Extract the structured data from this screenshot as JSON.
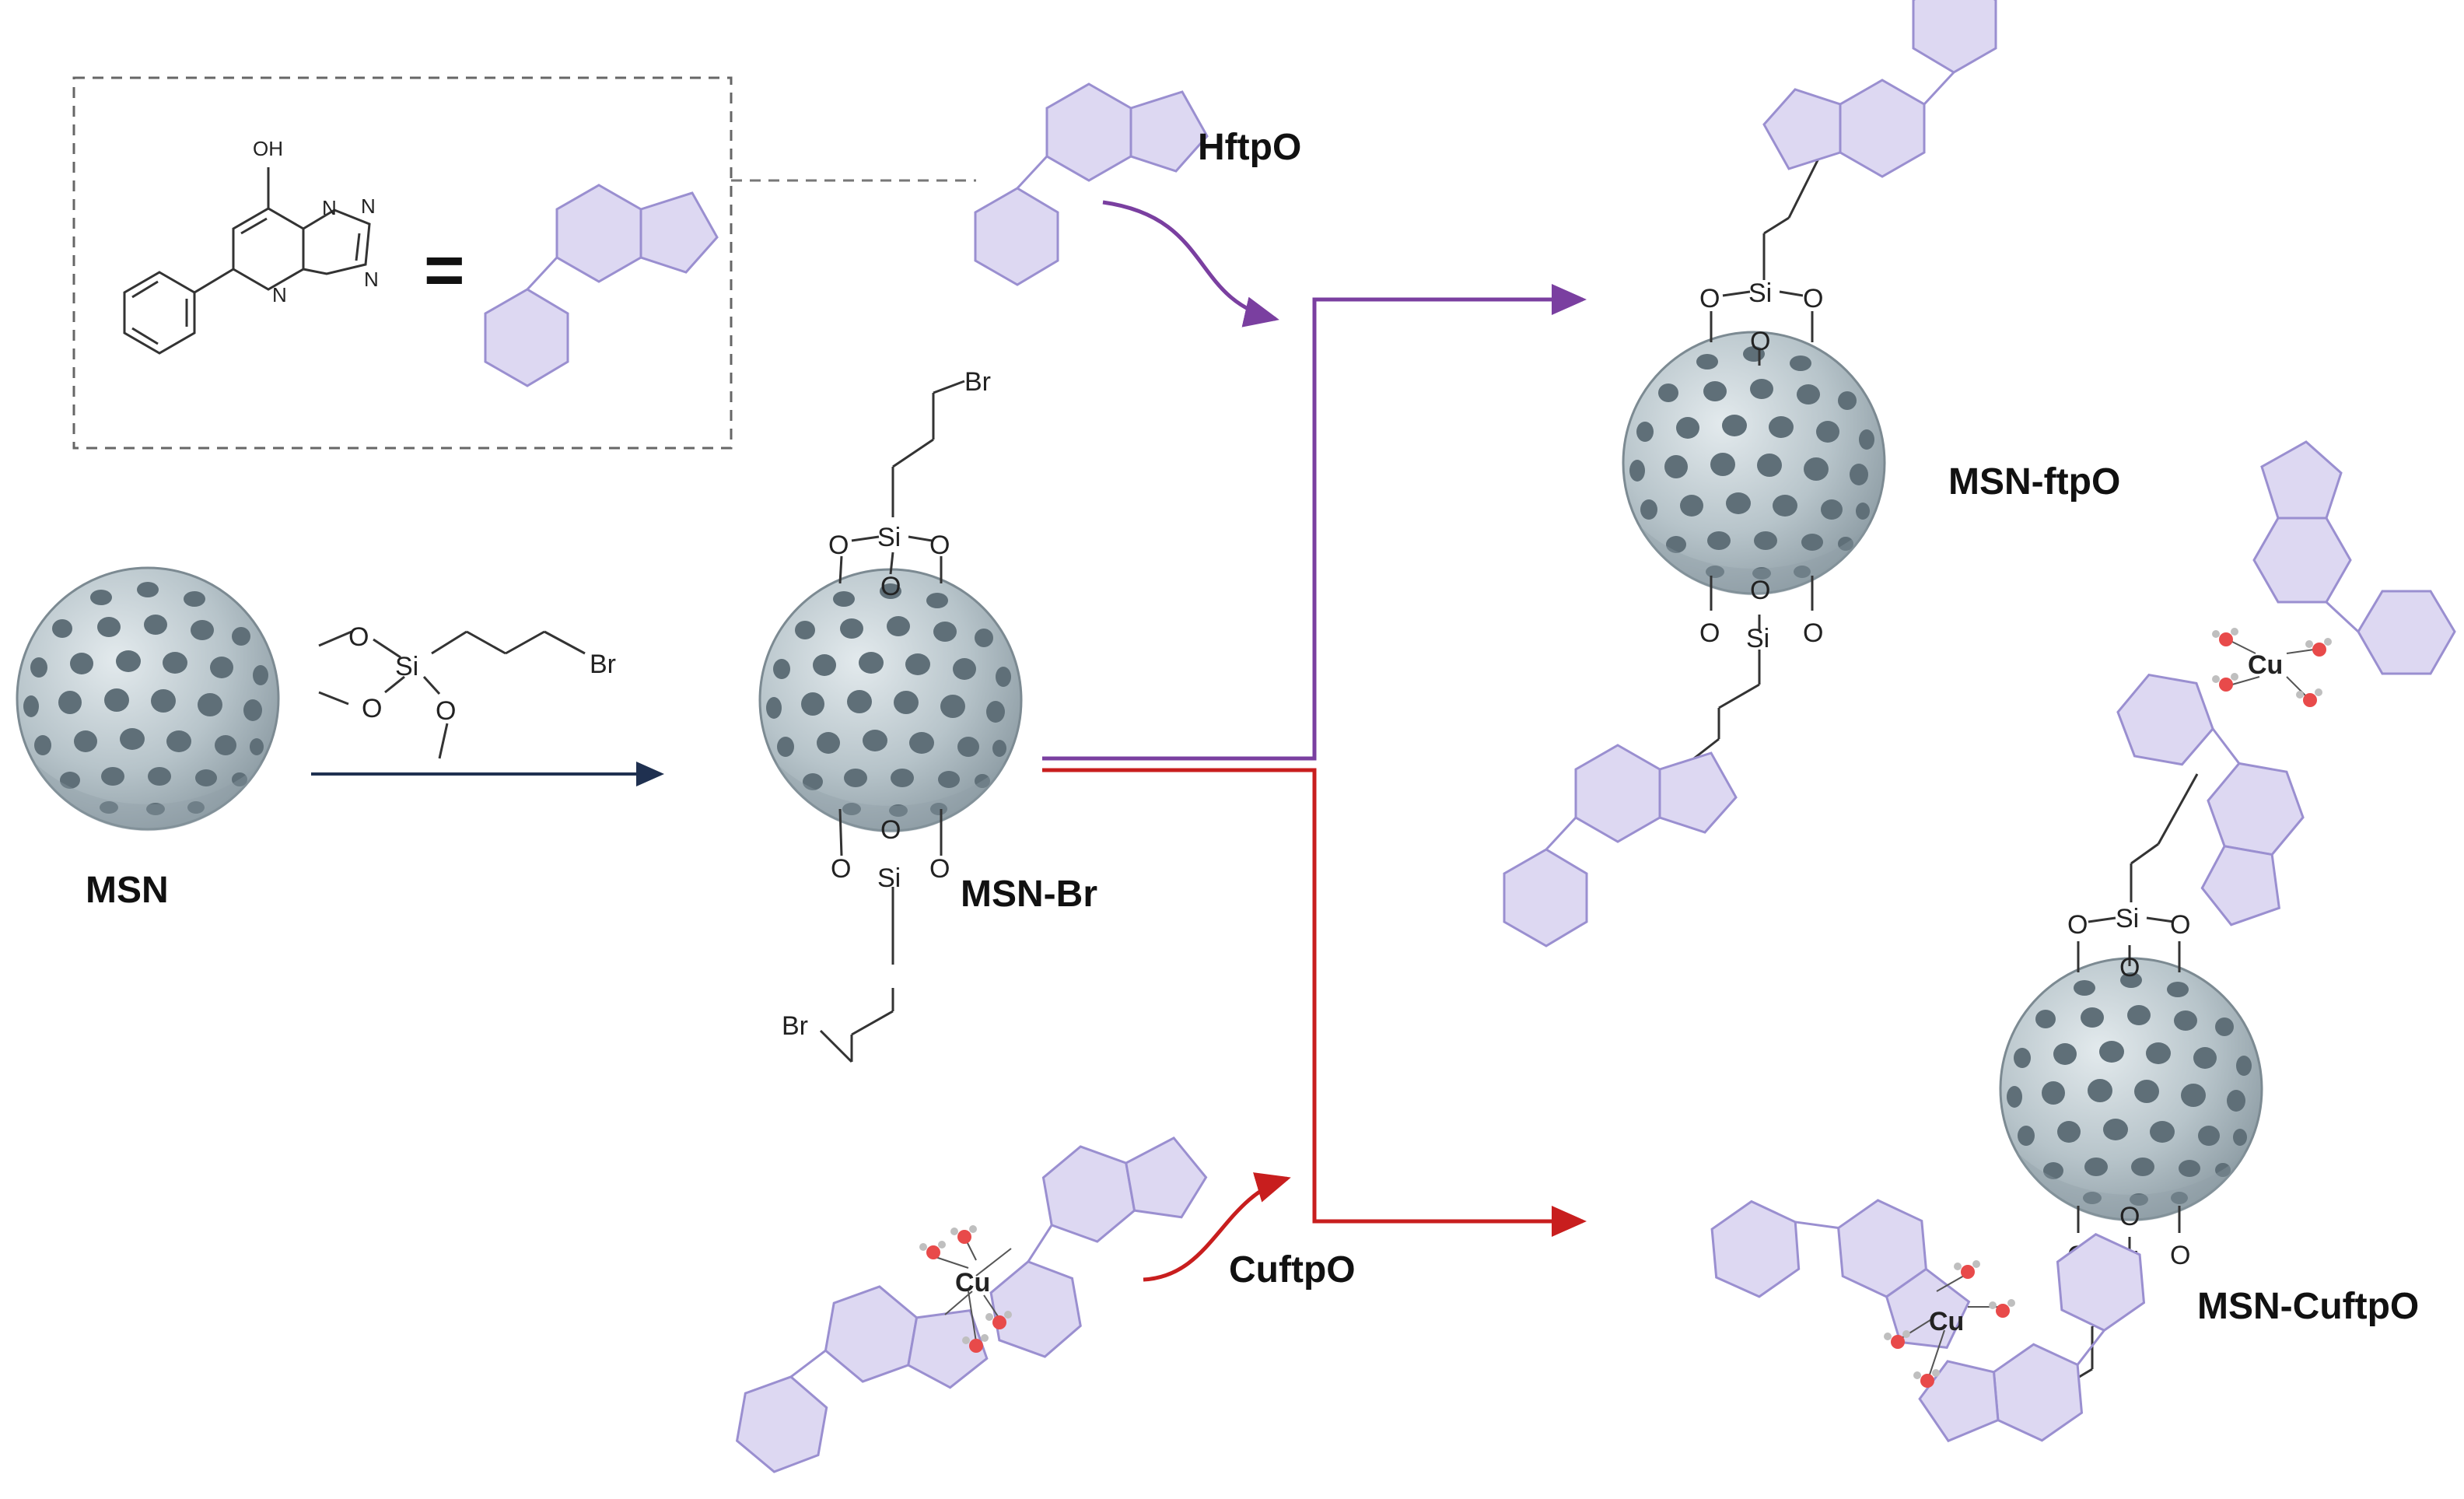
{
  "labels": {
    "msn": "MSN",
    "msn_br": "MSN-Br",
    "hftpo": "HftpO",
    "msn_ftpo": "MSN-ftpO",
    "cuftpo": "CuftpO",
    "msn_cuftpo": "MSN-CuftpO"
  },
  "atoms": {
    "oh": "OH",
    "n": "N",
    "si": "Si",
    "o": "O",
    "br": "Br",
    "cu": "Cu",
    "equals": "="
  },
  "colors": {
    "purple_arrow": "#7a3fa0",
    "red_arrow": "#c81e1e",
    "navy_arrow": "#1f3050",
    "ring_fill": "#ddd8f2",
    "sphere": "#b7c4ca"
  }
}
